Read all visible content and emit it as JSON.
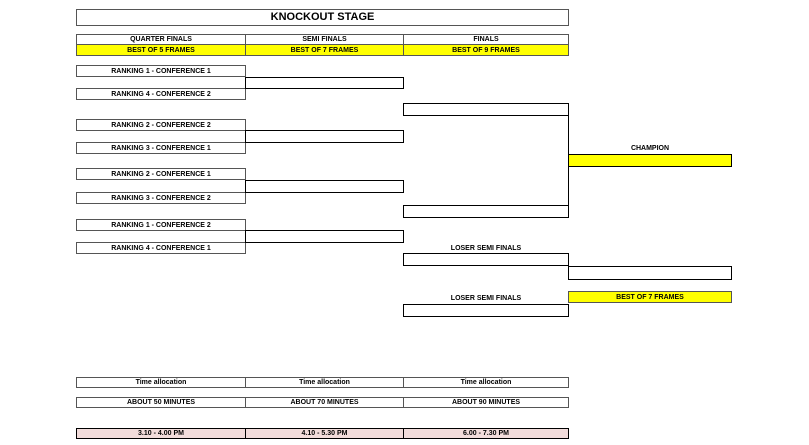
{
  "title": "KNOCKOUT STAGE",
  "headers": {
    "rounds": [
      "QUARTER FINALS",
      "SEMI FINALS",
      "FINALS"
    ],
    "formats": [
      "BEST OF 5 FRAMES",
      "BEST OF 7 FRAMES",
      "BEST OF 9 FRAMES"
    ]
  },
  "quarter_finals": [
    "RANKING 1 - CONFERENCE 1",
    "RANKING 4 - CONFERENCE 2",
    "RANKING 2 - CONFERENCE 2",
    "RANKING 3 - CONFERENCE 1",
    "RANKING 2 - CONFERENCE 1",
    "RANKING 3 - CONFERENCE 2",
    "RANKING 1 - CONFERENCE 2",
    "RANKING 4 - CONFERENCE 1"
  ],
  "champion_label": "CHAMPION",
  "loser_semi_finals_label": "LOSER SEMI FINALS",
  "third_place_format": "BEST OF 7 FRAMES",
  "time_allocation": {
    "label": "Time allocation",
    "durations": [
      "ABOUT 50 MINUTES",
      "ABOUT 70 MINUTES",
      "ABOUT 90 MINUTES"
    ],
    "slots": [
      "3.10 - 4.00 PM",
      "4.10 - 5.30 PM",
      "6.00 - 7.30 PM"
    ]
  }
}
